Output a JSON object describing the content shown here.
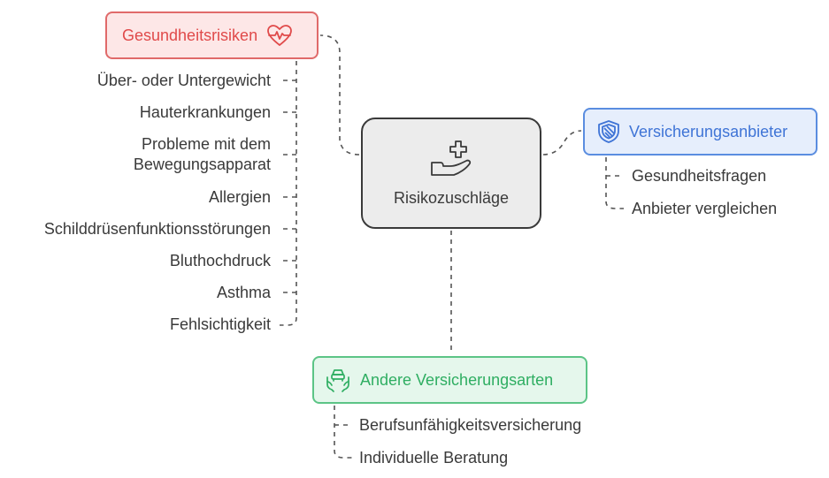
{
  "center": {
    "label": "Risikozuschläge",
    "icon": "medical-cross-hand-icon"
  },
  "health": {
    "label": "Gesundheitsrisiken",
    "icon": "heartbeat-icon",
    "color": "#e04a4a",
    "items": [
      "Über- oder Untergewicht",
      "Hauterkrankungen",
      "Probleme mit dem",
      "Bewegungsapparat",
      "Allergien",
      "Schilddrüsenfunktionsstörungen",
      "Bluthochdruck",
      "Asthma",
      "Fehlsichtigkeit"
    ]
  },
  "insurer": {
    "label": "Versicherungsanbieter",
    "icon": "shield-icon",
    "color": "#3f74d6",
    "items": [
      "Gesundheitsfragen",
      "Anbieter vergleichen"
    ]
  },
  "other": {
    "label": "Andere Versicherungsarten",
    "icon": "car-in-hands-icon",
    "color": "#2fae62",
    "items": [
      "Berufsunfähigkeitsversicherung",
      "Individuelle Beratung"
    ]
  }
}
